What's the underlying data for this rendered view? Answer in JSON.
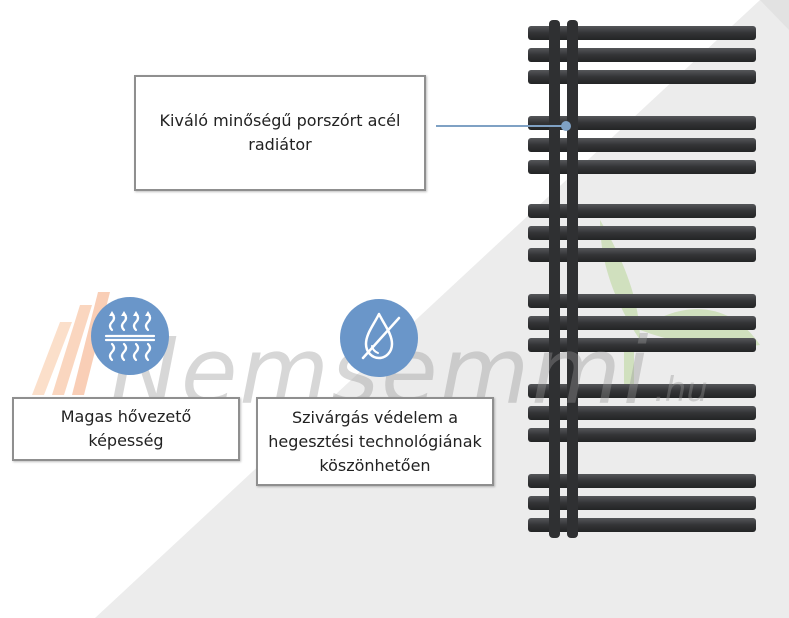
{
  "callouts": {
    "main": "Kiváló minőségű porszórt acél\nradiátor",
    "heat": "Magas hővezető\nképesség",
    "leak": "Szivárgás védelem a\nhegesztési technológiának\nköszönhetően"
  },
  "watermark": {
    "brand": "Nemsemmi",
    "tld": ".hu"
  },
  "icons": [
    "heat-waves-icon",
    "no-leak-drop-icon"
  ],
  "colors": {
    "icon_circle": "#6a96c9",
    "radiator": "#3a3b3d",
    "background_wall": "#ececec",
    "box_border": "#8f8f8f",
    "leader_line": "#7fa1c4"
  }
}
